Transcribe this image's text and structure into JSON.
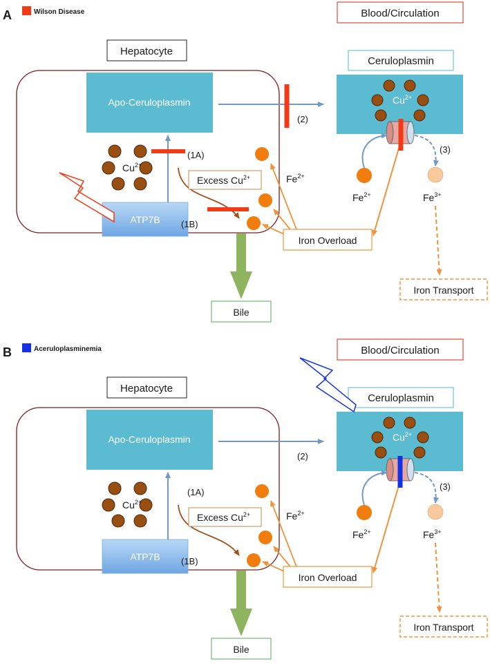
{
  "colors": {
    "hepatocyte_border": "#7a1c1c",
    "cyan_box": "#5bbcd1",
    "atp7b_top": "#b9d8f5",
    "atp7b_bottom": "#6fa6e3",
    "copper": "#9a4f12",
    "iron2": "#f07d0e",
    "iron3": "#fac99b",
    "orange_arrow": "#f0923a",
    "brown_arrow": "#a0541c",
    "blue_arrow": "#6f9ac6",
    "bile_arrow": "#8eb45f",
    "wilson_red": "#f23a16",
    "acerulo_blue": "#1431e6",
    "circulation_border": "#e24a3b",
    "bile_border": "#4caf50",
    "ceruloplasmin_border": "#70c4db",
    "excess_border": "#c58a4a",
    "iron_border": "#f0923a",
    "channel_pink": "#e7a8a3"
  },
  "icons": [
    "lightning-bolt-icon"
  ],
  "panels": [
    {
      "letter": "A",
      "legend": "Wilson Disease",
      "disease": "wilson",
      "circulation": "Blood/Circulation",
      "hepatocyte": "Hepatocyte",
      "apo": "Apo-Ceruloplasmin",
      "ceruloplasmin": "Ceruloplasmin",
      "cu_label": "Cu",
      "cu_sup": "2+",
      "atp7b": "ATP7B",
      "step1a": "(1A)",
      "step1b": "(1B)",
      "step2": "(2)",
      "step3": "(3)",
      "excess": "Excess Cu",
      "excess_sup": "2+",
      "fe": "Fe",
      "fe2_sup": "2+",
      "fe3_sup": "3+",
      "iron_overload": "Iron Overload",
      "iron_transport": "Iron Transport",
      "bile": "Bile"
    },
    {
      "letter": "B",
      "legend": "Aceruloplasminemia",
      "disease": "acerulo",
      "circulation": "Blood/Circulation",
      "hepatocyte": "Hepatocyte",
      "apo": "Apo-Ceruloplasmin",
      "ceruloplasmin": "Ceruloplasmin",
      "cu_label": "Cu",
      "cu_sup": "2+",
      "atp7b": "ATP7B",
      "step1a": "(1A)",
      "step1b": "(1B)",
      "step2": "(2)",
      "step3": "(3)",
      "excess": "Excess Cu",
      "excess_sup": "2+",
      "fe": "Fe",
      "fe2_sup": "2+",
      "fe3_sup": "3+",
      "iron_overload": "Iron Overload",
      "iron_transport": "Iron Transport",
      "bile": "Bile"
    }
  ]
}
